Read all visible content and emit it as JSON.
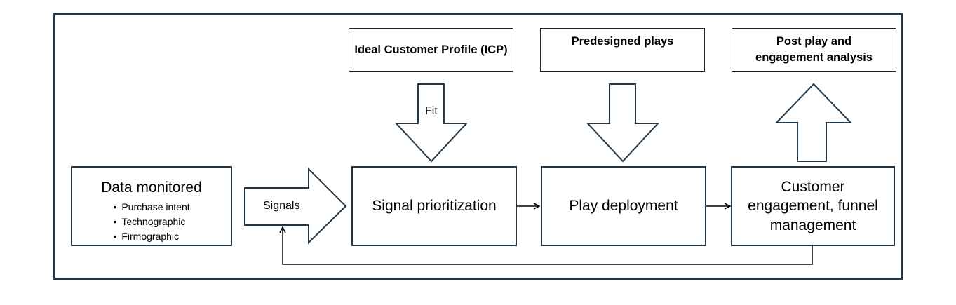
{
  "top_boxes": {
    "icp": "Ideal Customer Profile (ICP)",
    "plays": "Predesigned plays",
    "analysis": "Post play and engagement analysis"
  },
  "data_monitored": {
    "title": "Data monitored",
    "items": [
      "Purchase intent",
      "Technographic",
      "Firmographic"
    ]
  },
  "arrows": {
    "signals": "Signals",
    "fit": "Fit"
  },
  "process": {
    "prioritization": "Signal prioritization",
    "deployment": "Play deployment",
    "engagement": "Customer engagement, funnel management"
  },
  "colors": {
    "frame": "#243746",
    "box_border": "#243746",
    "arrow_stroke": "#243746"
  }
}
